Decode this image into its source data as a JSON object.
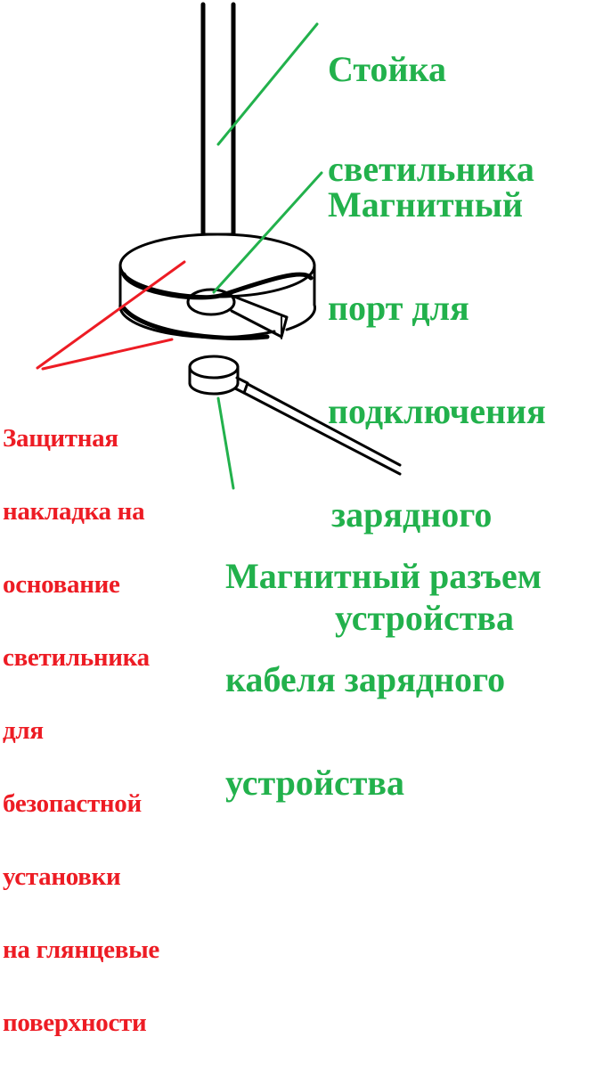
{
  "labels": {
    "stand": [
      "Стойка",
      "светильника"
    ],
    "port": [
      "Магнитный",
      "порт для",
      "подключения",
      "зарядного",
      "устройства"
    ],
    "cable": [
      "Магнитный разъем",
      "кабеля зарядного",
      "устройства"
    ],
    "pad": [
      "Защитная",
      "накладка на",
      "основание",
      "светильника",
      "для",
      "безопастной",
      "установки",
      "на глянцевые",
      "поверхности"
    ]
  },
  "colors": {
    "green": "#22b14c",
    "red": "#ed1c24",
    "outline": "#000000"
  }
}
